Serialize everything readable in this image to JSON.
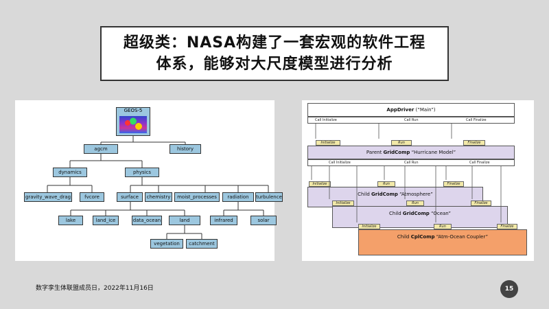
{
  "slide": {
    "title_line1": "超级类：NASA构建了一套宏观的软件工程",
    "title_line2": "体系，能够对大尺度模型进行分析",
    "footer": "数字孪生体联盟成员日，2022年11月16日",
    "page_number": "15"
  },
  "tree": {
    "root": "GEOS-5",
    "agcm": "agcm",
    "history": "history",
    "dynamics": "dynamics",
    "physics": "physics",
    "gravity_wave_drag": "gravity_wave_drag",
    "fvcore": "fvcore",
    "surface": "surface",
    "chemistry": "chemistry",
    "moist_processes": "moist_processes",
    "radiation": "radiation",
    "turbulence": "turbulence",
    "lake": "lake",
    "land_ice": "land_ice",
    "data_ocean": "data_ocean",
    "land": "land",
    "infrared": "infrared",
    "solar": "solar",
    "vegetation": "vegetation",
    "catchment": "catchment"
  },
  "esmf": {
    "appdriver_label": "AppDriver",
    "appdriver_name": "(“Main”)",
    "call_initialize": "Call Initialize",
    "call_run": "Call Run",
    "call_finalize": "Call Finalize",
    "initialize": "Initialize",
    "run": "Run",
    "finalize": "Finalize",
    "parent_prefix": "Parent ",
    "parent_kind": "GridComp",
    "parent_name": " “Hurricane Model”",
    "atm_prefix": "Child ",
    "atm_kind": "GridComp",
    "atm_name": " “Atmosphere”",
    "ocean_prefix": "Child ",
    "ocean_kind": "GridComp",
    "ocean_name": " “Ocean”",
    "cpl_prefix": "Child ",
    "cpl_kind": "CplComp",
    "cpl_name": " “Atm-Ocean Coupler”"
  },
  "colors": {
    "background": "#d9d9d9",
    "tree_node": "#9cc7df",
    "gridcomp": "#ddd5ec",
    "cplcomp": "#f4a06a",
    "tab": "#f2e9a8"
  }
}
